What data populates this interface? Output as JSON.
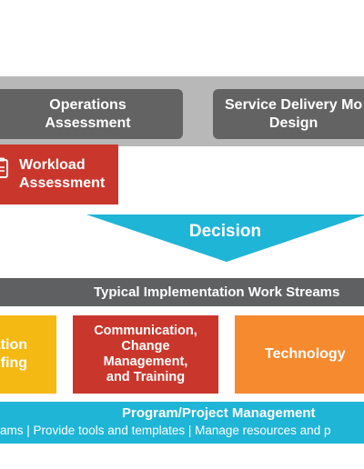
{
  "assessment_row": {
    "operations_assessment": "Operations\nAssessment",
    "service_delivery_design": "Service Delivery Mo\nDesign"
  },
  "workload_card": {
    "label": "Workload\nAssessment"
  },
  "decision": {
    "label": "Decision"
  },
  "work_streams": {
    "header": "Typical Implementation Work Streams",
    "cards": [
      {
        "label": "ation\nfing",
        "color": "#f5b914"
      },
      {
        "label": "Communication,\nChange\nManagement,\nand Training",
        "color": "#c9372c"
      },
      {
        "label": "Technology",
        "color": "#f58a2e"
      }
    ]
  },
  "program_management": {
    "title": "Program/Project Management",
    "subtitle": "ams | Provide tools and templates | Manage resources and p"
  },
  "colors": {
    "gray_band": "#b8b8b8",
    "dark_gray": "#636363",
    "teal": "#1fb5d6",
    "red": "#c9372c",
    "yellow": "#f5b914",
    "orange": "#f58a2e"
  }
}
